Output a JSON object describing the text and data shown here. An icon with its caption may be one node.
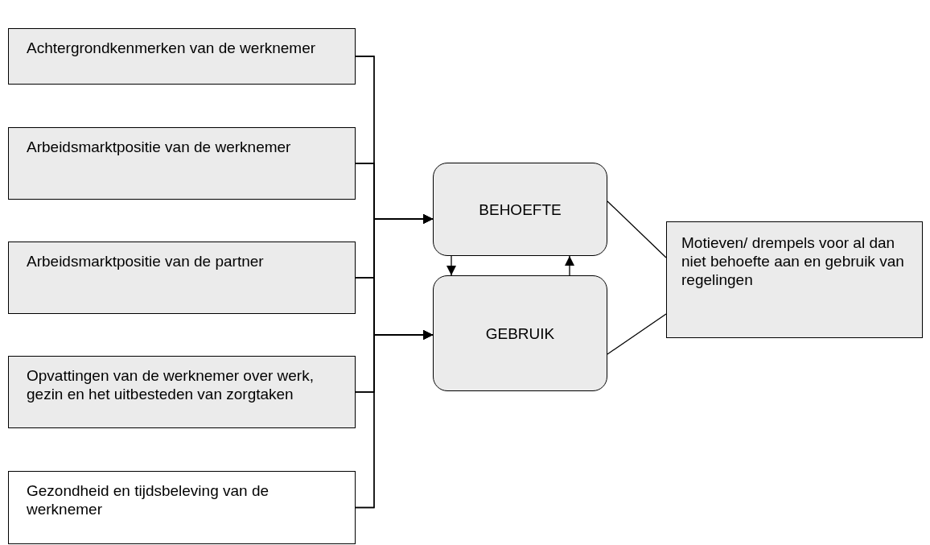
{
  "diagram": {
    "nodes": [
      {
        "text": [
          "Achtergrondkenmerken van de werknemer"
        ]
      },
      {
        "text": [
          "Arbeidsmarktpositie van de werknemer"
        ]
      },
      {
        "text": [
          "Arbeidsmarktpositie van de partner"
        ]
      },
      {
        "text": [
          "Opvattingen van de werknemer over werk, gezin en het uitbesteden van zorgtaken"
        ]
      },
      {
        "text": [
          "Gezondheid en tijdsbeleving van de werknemer"
        ]
      },
      {
        "text": [
          "BEHOEFTE"
        ]
      },
      {
        "text": [
          "GEBRUIK"
        ]
      },
      {
        "text": [
          "Motieven/ drempels voor al dan niet behoefte aan en gebruik van regelingen"
        ]
      }
    ],
    "edges": [
      {
        "from": 0,
        "to": 5,
        "arrow": "to"
      },
      {
        "from": 1,
        "to": 5,
        "arrow": "to"
      },
      {
        "from": 2,
        "to": 5,
        "arrow": "to"
      },
      {
        "from": 3,
        "to": 5,
        "arrow": "to"
      },
      {
        "from": 4,
        "to": 5,
        "arrow": "to"
      },
      {
        "from": 0,
        "to": 6,
        "arrow": "to"
      },
      {
        "from": 1,
        "to": 6,
        "arrow": "to"
      },
      {
        "from": 2,
        "to": 6,
        "arrow": "to"
      },
      {
        "from": 3,
        "to": 6,
        "arrow": "to"
      },
      {
        "from": 4,
        "to": 6,
        "arrow": "to"
      },
      {
        "from": 5,
        "to": 6,
        "arrow": "to"
      },
      {
        "from": 6,
        "to": 5,
        "arrow": "to"
      },
      {
        "from": 5,
        "to": 7,
        "arrow": "none"
      },
      {
        "from": 6,
        "to": 7,
        "arrow": "none"
      }
    ]
  }
}
